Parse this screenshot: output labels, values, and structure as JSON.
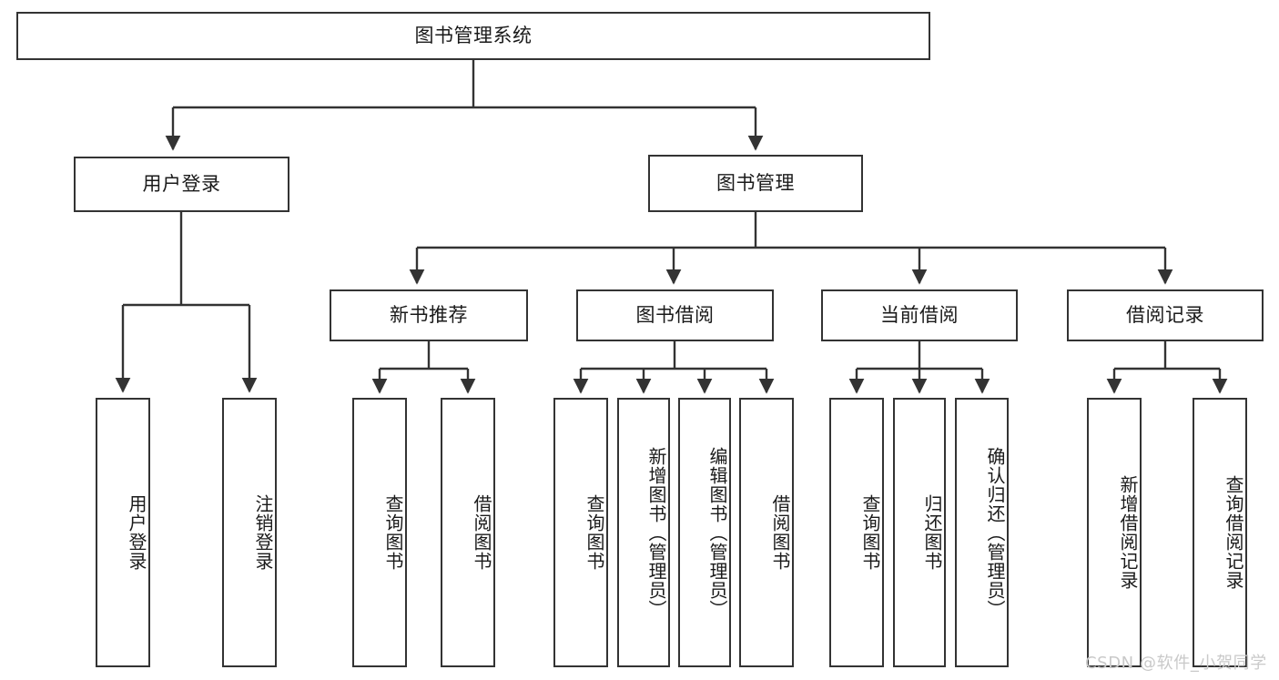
{
  "diagram": {
    "title": "图书管理系统",
    "type": "tree-hierarchy-diagram",
    "colors": {
      "stroke": "#333333",
      "fill": "#ffffff",
      "text": "#1a1a1a",
      "watermark": "#c9c9c9"
    },
    "root": {
      "id": "root",
      "label": "图书管理系统"
    },
    "level2": [
      {
        "id": "user-login",
        "label": "用户登录"
      },
      {
        "id": "book-manage",
        "label": "图书管理"
      }
    ],
    "level3": [
      {
        "id": "new-book-rec",
        "label": "新书推荐"
      },
      {
        "id": "book-borrow",
        "label": "图书借阅"
      },
      {
        "id": "current-borrow",
        "label": "当前借阅"
      },
      {
        "id": "borrow-record",
        "label": "借阅记录"
      }
    ],
    "leaves": {
      "user_login": [
        {
          "id": "leaf-user-login",
          "label": "用户登录"
        },
        {
          "id": "leaf-logout-login",
          "label": "注销登录"
        }
      ],
      "new_book_rec": [
        {
          "id": "leaf-query-book-1",
          "label": "查询图书"
        },
        {
          "id": "leaf-borrow-book-1",
          "label": "借阅图书"
        }
      ],
      "book_borrow": [
        {
          "id": "leaf-query-book-2",
          "label": "查询图书"
        },
        {
          "id": "leaf-add-book",
          "label": "新增图书（管理员）"
        },
        {
          "id": "leaf-edit-book",
          "label": "编辑图书（管理员）"
        },
        {
          "id": "leaf-borrow-book-2",
          "label": "借阅图书"
        }
      ],
      "current_borrow": [
        {
          "id": "leaf-query-book-3",
          "label": "查询图书"
        },
        {
          "id": "leaf-return-book",
          "label": "归还图书"
        },
        {
          "id": "leaf-confirm-return",
          "label": "确认归还（管理员）"
        }
      ],
      "borrow_record": [
        {
          "id": "leaf-add-record",
          "label": "新增借阅记录"
        },
        {
          "id": "leaf-query-record",
          "label": "查询借阅记录"
        }
      ]
    },
    "watermark": "CSDN @软件_小贺同学"
  }
}
